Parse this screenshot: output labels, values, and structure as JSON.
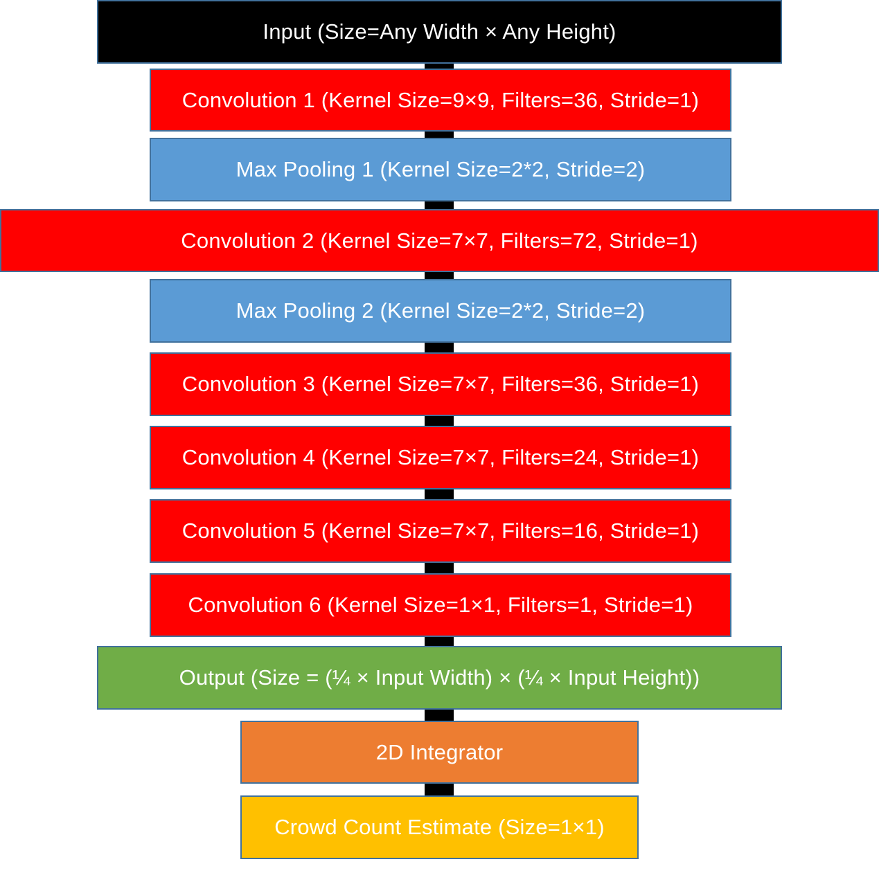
{
  "layers": [
    {
      "id": "input",
      "label": "Input (Size=Any Width × Any Height)",
      "color": "#000000",
      "kind": "input"
    },
    {
      "id": "conv1",
      "label": "Convolution 1 (Kernel Size=9×9, Filters=36, Stride=1)",
      "color": "#ff0000",
      "kind": "convolution"
    },
    {
      "id": "pool1",
      "label": "Max Pooling 1 (Kernel Size=2*2, Stride=2)",
      "color": "#5b9bd5",
      "kind": "pooling"
    },
    {
      "id": "conv2",
      "label": "Convolution 2 (Kernel Size=7×7, Filters=72, Stride=1)",
      "color": "#ff0000",
      "kind": "convolution"
    },
    {
      "id": "pool2",
      "label": "Max Pooling 2 (Kernel Size=2*2, Stride=2)",
      "color": "#5b9bd5",
      "kind": "pooling"
    },
    {
      "id": "conv3",
      "label": "Convolution 3 (Kernel Size=7×7, Filters=36, Stride=1)",
      "color": "#ff0000",
      "kind": "convolution"
    },
    {
      "id": "conv4",
      "label": "Convolution 4 (Kernel Size=7×7, Filters=24, Stride=1)",
      "color": "#ff0000",
      "kind": "convolution"
    },
    {
      "id": "conv5",
      "label": "Convolution 5 (Kernel Size=7×7, Filters=16, Stride=1)",
      "color": "#ff0000",
      "kind": "convolution"
    },
    {
      "id": "conv6",
      "label": "Convolution 6 (Kernel Size=1×1, Filters=1, Stride=1)",
      "color": "#ff0000",
      "kind": "convolution"
    },
    {
      "id": "output",
      "label": "Output (Size = (¼ × Input Width) ×  (¼ × Input Height))",
      "color": "#70ad47",
      "kind": "output"
    },
    {
      "id": "integrator",
      "label": "2D Integrator",
      "color": "#ed7d31",
      "kind": "integrator"
    },
    {
      "id": "estimate",
      "label": "Crowd Count Estimate (Size=1×1)",
      "color": "#ffc000",
      "kind": "estimate"
    }
  ]
}
